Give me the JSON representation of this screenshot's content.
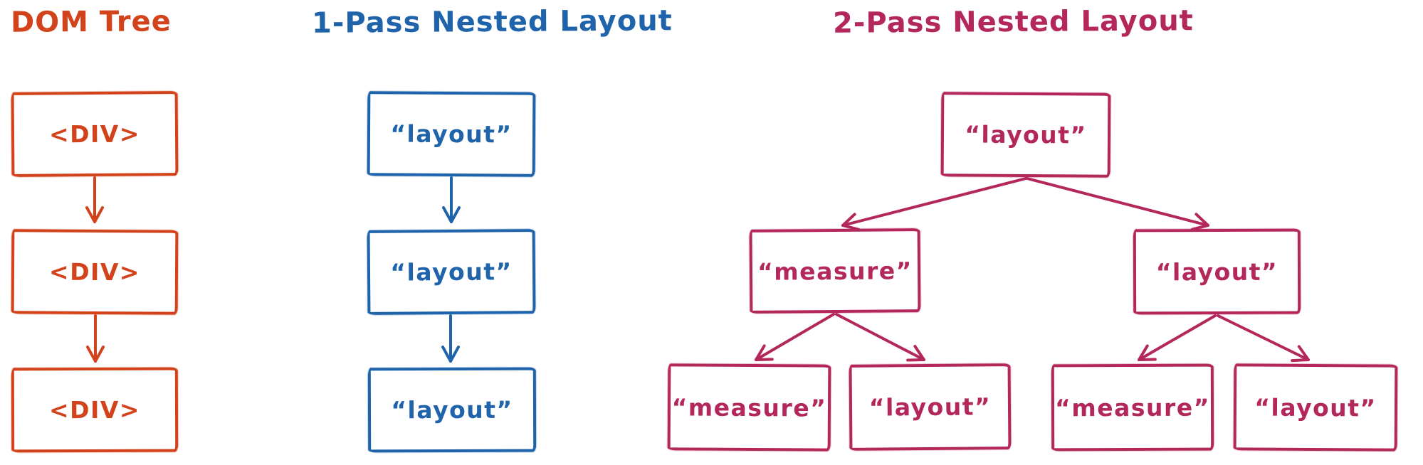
{
  "titles": {
    "dom_tree": "DOM Tree",
    "one_pass": "1-Pass Nested Layout",
    "two_pass": "2-Pass Nested Layout"
  },
  "colors": {
    "orange": "#d2421b",
    "blue": "#1f63ab",
    "pink": "#b3275b"
  },
  "dom_tree": {
    "boxes": [
      "<DIV>",
      "<DIV>",
      "<DIV>"
    ]
  },
  "one_pass": {
    "boxes": [
      "“layout”",
      "“layout”",
      "“layout”"
    ]
  },
  "two_pass": {
    "root": "“layout”",
    "level2": [
      "“measure”",
      "“layout”"
    ],
    "level3": [
      "“measure”",
      "“layout”",
      "“measure”",
      "“layout”"
    ]
  }
}
